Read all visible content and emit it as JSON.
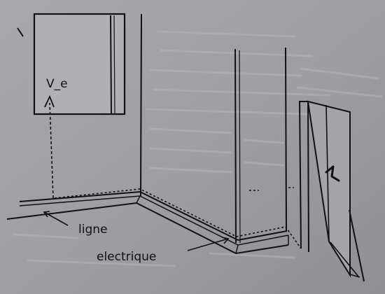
{
  "diagram": {
    "labels": {
      "ve": "V_e",
      "line_1": "ligne",
      "line_2": "electrique"
    }
  }
}
